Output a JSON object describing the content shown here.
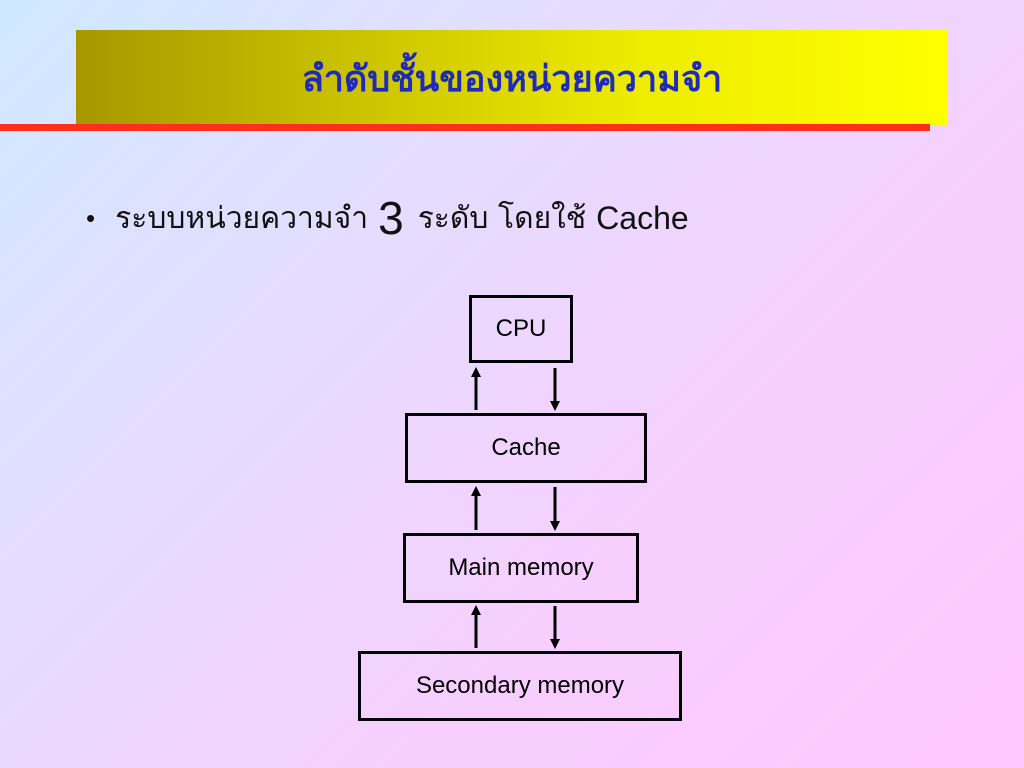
{
  "slide": {
    "title": "ลำดับชั้นของหน่วยความจำ",
    "bullet": {
      "symbol": "•",
      "text_before": "ระบบหน่วยความจำ",
      "number": "3",
      "text_after": "ระดับ โดยใช้",
      "term": "Cache"
    }
  },
  "diagram": {
    "nodes": {
      "cpu": "CPU",
      "cache": "Cache",
      "main_memory": "Main memory",
      "secondary_memory": "Secondary memory"
    }
  },
  "colors": {
    "title_text": "#1f2bb8",
    "title_bar_start": "#a59800",
    "title_bar_end": "#ffff00",
    "title_rule": "#ff2e1f"
  }
}
